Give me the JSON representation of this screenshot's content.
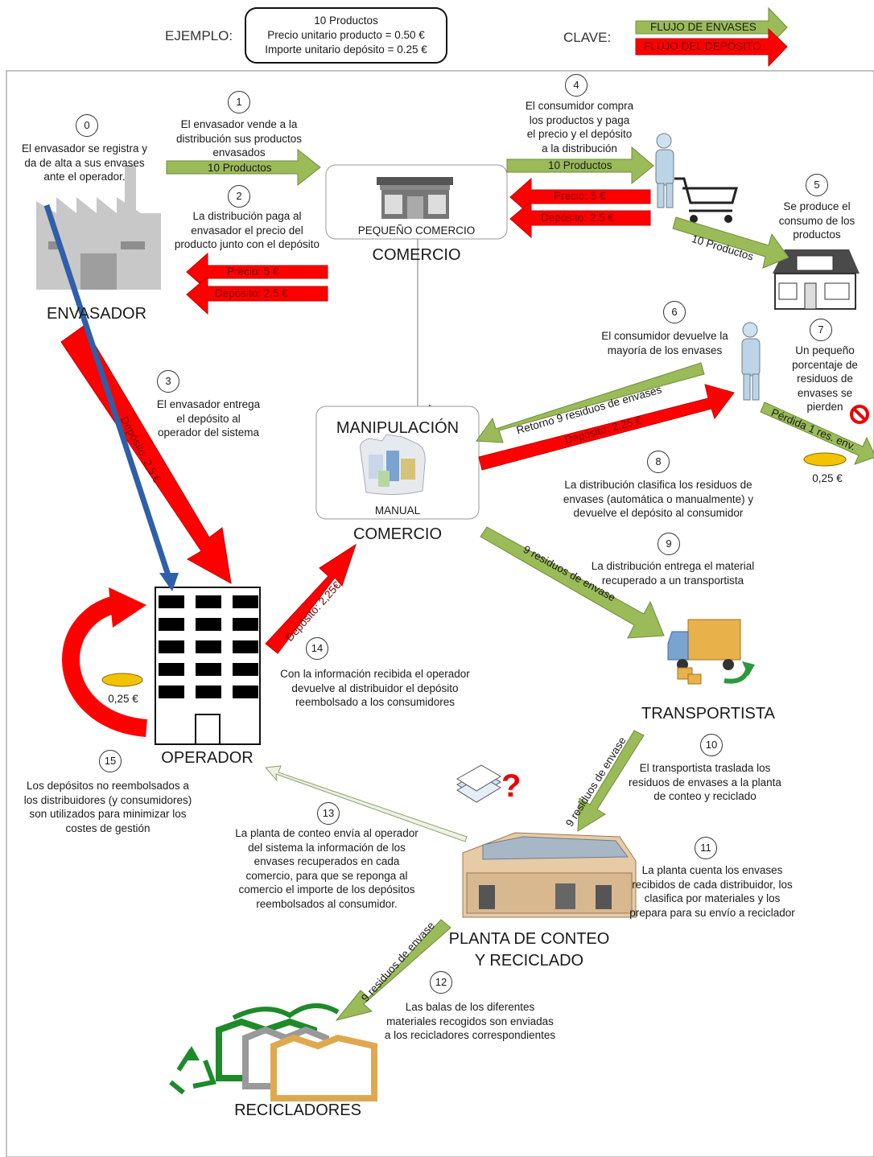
{
  "header": {
    "example_label": "EJEMPLO:",
    "example_lines": [
      "10 Productos",
      "Precio unitario producto = 0.50 €",
      "Importe unitario depósito = 0.25 €"
    ],
    "key_label": "CLAVE:",
    "key_green": "FLUJO DE ENVASES",
    "key_red": "FLUJO DEL DEPÓSITO"
  },
  "actors": {
    "envasador": "ENVASADOR",
    "comercio_top_sub": "PEQUEÑO COMERCIO",
    "comercio_top": "COMERCIO",
    "manipulacion": "MANIPULACIÓN",
    "manual": "MANUAL",
    "comercio_mid": "COMERCIO",
    "operador": "OPERADOR",
    "transportista": "TRANSPORTISTA",
    "planta_1": "PLANTA DE CONTEO",
    "planta_2": "Y RECICLADO",
    "recicladores": "RECICLADORES"
  },
  "steps": [
    {
      "n": "0",
      "lines": [
        "El envasador se registra y",
        "da de alta a sus envases",
        "ante el operador."
      ]
    },
    {
      "n": "1",
      "lines": [
        "El envasador vende a la",
        "distribución sus productos",
        "envasados"
      ]
    },
    {
      "n": "2",
      "lines": [
        "La distribución paga al",
        "envasador el precio del",
        "producto junto con el depósito"
      ]
    },
    {
      "n": "3",
      "lines": [
        "El envasador entrega",
        "el depósito al",
        "operador del sistema"
      ]
    },
    {
      "n": "4",
      "lines": [
        "El consumidor compra",
        "los productos y paga",
        "el precio y el depósito",
        "a la distribución"
      ]
    },
    {
      "n": "5",
      "lines": [
        "Se produce el",
        "consumo de los",
        "productos"
      ]
    },
    {
      "n": "6",
      "lines": [
        "El consumidor devuelve la",
        "mayoría de los envases"
      ]
    },
    {
      "n": "7",
      "lines": [
        "Un pequeño",
        "porcentaje de",
        "residuos de",
        "envases se",
        "pierden"
      ]
    },
    {
      "n": "8",
      "lines": [
        "La distribución clasifica los residuos de",
        "envases (automática o manualmente) y",
        "devuelve el depósito al consumidor"
      ]
    },
    {
      "n": "9",
      "lines": [
        "La distribución entrega el material",
        "recuperado a un transportista"
      ]
    },
    {
      "n": "10",
      "lines": [
        "El transportista traslada los",
        "residuos de envases a la planta",
        "de conteo y reciclado"
      ]
    },
    {
      "n": "11",
      "lines": [
        "La planta cuenta los envases",
        "recibidos de cada distribuidor, los",
        "clasifica por materiales y los",
        "prepara para su envío a reciclador"
      ]
    },
    {
      "n": "12",
      "lines": [
        "Las balas de los diferentes",
        "materiales recogidos son enviadas",
        "a los recicladores correspondientes"
      ]
    },
    {
      "n": "13",
      "lines": [
        "La planta de conteo envía al operador",
        "del sistema la información de los",
        "envases recuperados en cada",
        "comercio, para que se reponga al",
        "comercio el importe de los depósitos",
        "reembolsados al consumidor."
      ]
    },
    {
      "n": "14",
      "lines": [
        "Con la información recibida el operador",
        "devuelve al distribuidor el depósito",
        "reembolsado a los consumidores"
      ]
    },
    {
      "n": "15",
      "lines": [
        "Los depósitos no reembolsados a",
        "los distribuidores (y consumidores)",
        "son utilizados para minimizar los",
        "costes de gestión"
      ]
    }
  ],
  "arrows": {
    "productos_1": "10 Productos",
    "precio_2": "Precio: 5 €",
    "deposito_2": "Depósito: 2,5 €",
    "deposito_3": "Depósito: 2,5 €",
    "productos_4": "10 Productos",
    "precio_4": "Precio: 5 €",
    "deposito_4": "Depósito: 2,5 €",
    "productos_5": "10 Productos",
    "retorno_6": "Retorno 9 residuos de envases",
    "deposito_8": "Depósito: 2,25 €",
    "perdida_7": "Pérdida 1 res. env.",
    "coin_7": "0,25 €",
    "residuos_9": "9 residuos de envase",
    "residuos_10": "9 residuos de envase",
    "residuos_12": "9 residuos de envase",
    "deposito_14": "Depósito: 2,25€",
    "coin_15": "0,25 €"
  },
  "colors": {
    "green": "#9bbb59",
    "red": "#ff0000",
    "blue": "#2e5fa8",
    "gray": "#b3b3b3"
  }
}
